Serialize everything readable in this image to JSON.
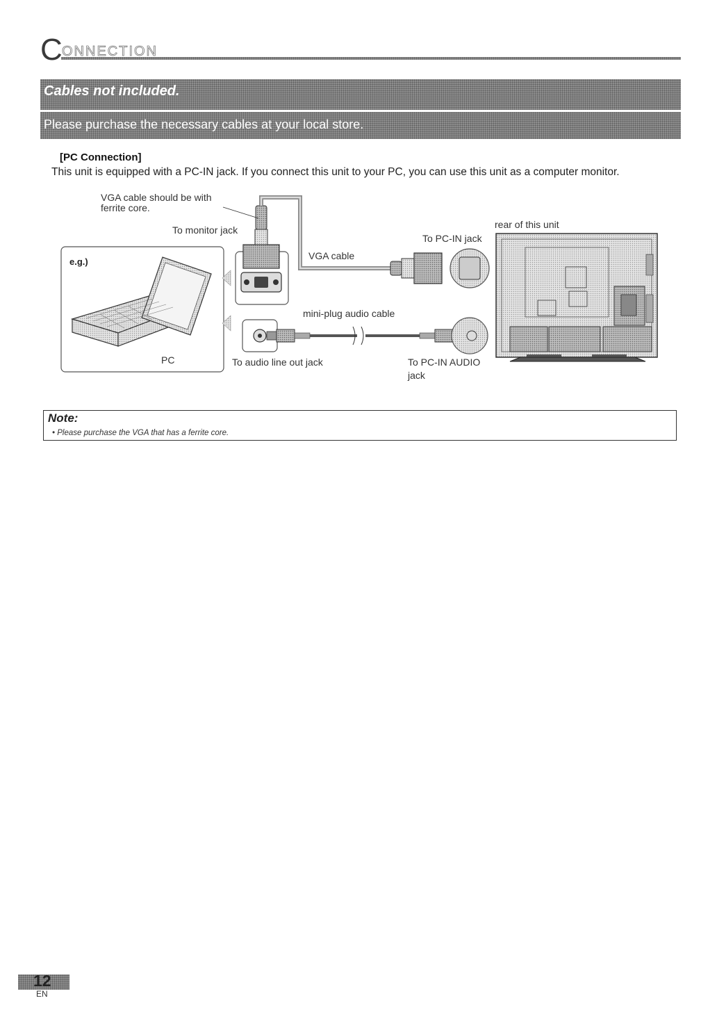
{
  "header": {
    "initial": "C",
    "rest": "ONNECTION"
  },
  "banner": {
    "line1": "Cables not included.",
    "line2": "Please purchase the necessary cables at your local store."
  },
  "section": {
    "title": "[PC Connection]",
    "description": "This unit is equipped with a PC-IN jack. If you connect this unit to your PC, you can use this unit as a computer monitor."
  },
  "diagram": {
    "labels": {
      "ferrite_line1": "VGA cable should be with",
      "ferrite_line2": "ferrite core.",
      "to_monitor_jack": "To monitor jack",
      "rear_of_unit": "rear of this unit",
      "to_pc_in_jack": "To PC-IN jack",
      "vga_cable": "VGA cable",
      "example": "e.g.)",
      "mini_plug_audio_cable": "mini-plug audio cable",
      "pc": "PC",
      "to_audio_line_out_jack": "To audio line out jack",
      "to_pc_in_audio_line1": "To PC-IN AUDIO",
      "to_pc_in_audio_line2": "jack"
    }
  },
  "note": {
    "title": "Note:",
    "item": "• Please purchase the VGA that has a ferrite core."
  },
  "footer": {
    "page_number": "12",
    "language": "EN"
  }
}
